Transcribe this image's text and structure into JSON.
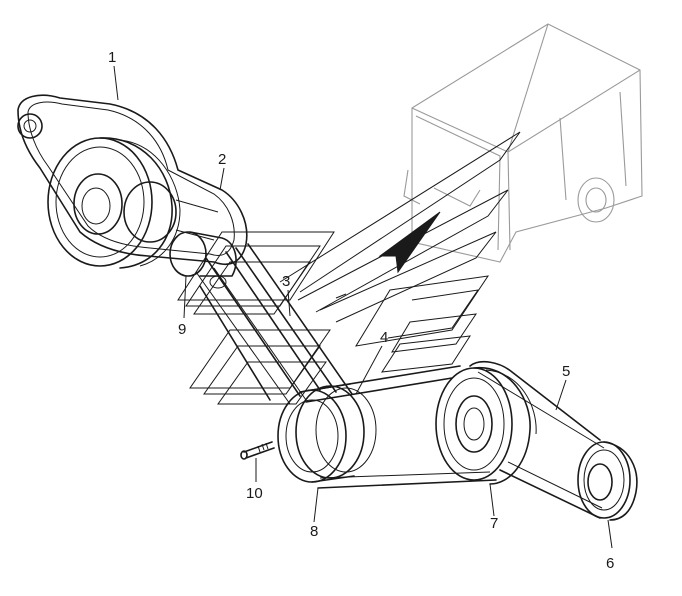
{
  "callouts": {
    "c1": "1",
    "c2": "2",
    "c3": "3",
    "c4": "4",
    "c5": "5",
    "c6": "6",
    "c7": "7",
    "c8": "8",
    "c9": "9",
    "c10": "10"
  },
  "colors": {
    "ink": "#1a1a1a",
    "vehicle_ghost": "#9a9a9a",
    "background": "#ffffff"
  }
}
